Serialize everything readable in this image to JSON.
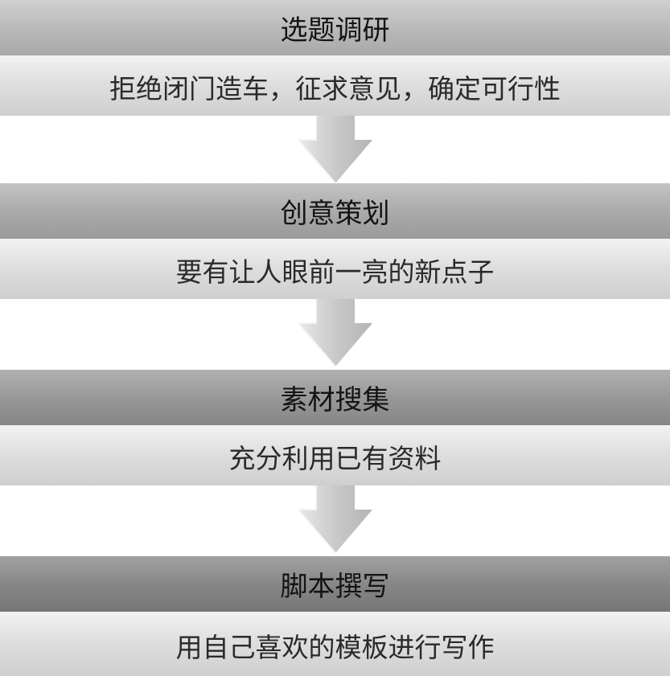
{
  "steps": [
    {
      "title": "选题调研",
      "desc": "拒绝闭门造车，征求意见，确定可行性"
    },
    {
      "title": "创意策划",
      "desc": "要有让人眼前一亮的新点子"
    },
    {
      "title": "素材搜集",
      "desc": "充分利用已有资料"
    },
    {
      "title": "脚本撰写",
      "desc": "用自己喜欢的模板进行写作"
    }
  ],
  "colors": {
    "arrow_fill": "#c4c4c4",
    "arrow_highlight": "#e6e6e6",
    "text": "#141414"
  },
  "icons": {
    "arrow": "arrow-down-icon"
  }
}
